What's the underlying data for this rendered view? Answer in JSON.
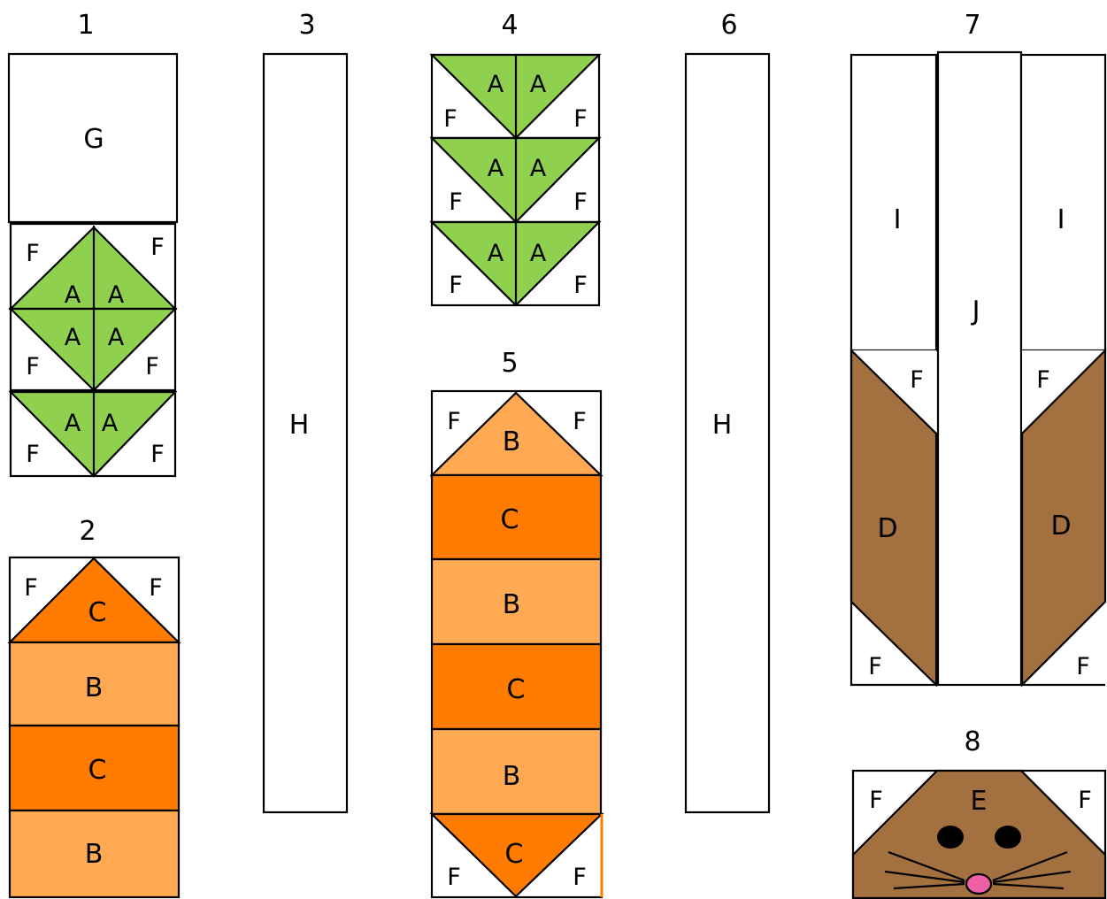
{
  "colors": {
    "green": "#8fd14f",
    "light_orange": "#ffa953",
    "dark_orange": "#ff7c00",
    "brown": "#a3703f",
    "white": "#ffffff",
    "nose": "#ee5fa6",
    "outline": "#000000"
  },
  "blocks": {
    "b1": {
      "number": "1",
      "g": "G",
      "row1": {
        "fl": "F",
        "fr": "F",
        "al": "A",
        "ar": "A"
      },
      "row2": {
        "al": "A",
        "ar": "A",
        "fl": "F",
        "fr": "F"
      },
      "row3": {
        "al": "A",
        "ar": "A",
        "fl": "F",
        "fr": "F"
      }
    },
    "b2": {
      "number": "2",
      "top": {
        "fl": "F",
        "fr": "F",
        "c": "C"
      },
      "strips": [
        "B",
        "C",
        "B"
      ]
    },
    "b3": {
      "number": "3",
      "h": "H"
    },
    "b4": {
      "number": "4",
      "rows": [
        {
          "al": "A",
          "ar": "A",
          "fl": "F",
          "fr": "F"
        },
        {
          "al": "A",
          "ar": "A",
          "fl": "F",
          "fr": "F"
        },
        {
          "al": "A",
          "ar": "A",
          "fl": "F",
          "fr": "F"
        }
      ]
    },
    "b5": {
      "number": "5",
      "top": {
        "fl": "F",
        "fr": "F",
        "b": "B"
      },
      "strips": [
        "C",
        "B",
        "C",
        "B"
      ],
      "bottom": {
        "c": "C",
        "fl": "F",
        "fr": "F"
      }
    },
    "b6": {
      "number": "6",
      "h": "H"
    },
    "b7": {
      "number": "7",
      "i_left": "I",
      "i_right": "I",
      "j": "J",
      "left": {
        "f_top": "F",
        "d": "D",
        "f_bottom": "F"
      },
      "right": {
        "f_top": "F",
        "d": "D",
        "f_bottom": "F"
      }
    },
    "b8": {
      "number": "8",
      "fl": "F",
      "e": "E",
      "fr": "F"
    }
  }
}
